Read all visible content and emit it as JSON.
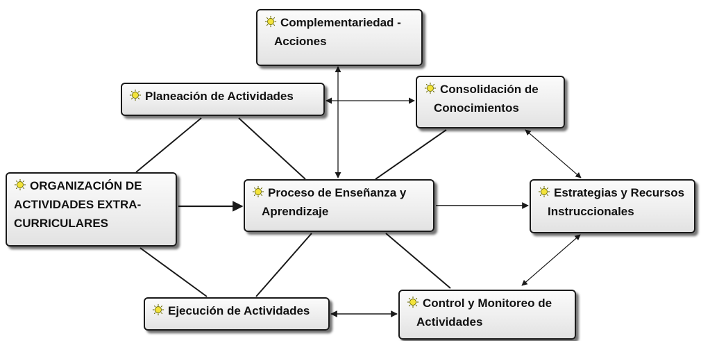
{
  "diagram": {
    "nodes": [
      {
        "id": "complementariedad",
        "line1": "Complementariedad -",
        "line2": "Acciones"
      },
      {
        "id": "planeacion",
        "line1": "Planeación de Actividades",
        "line2": ""
      },
      {
        "id": "consolidacion",
        "line1": "Consolidación de",
        "line2": "Conocimientos"
      },
      {
        "id": "organizacion",
        "line1": "ORGANIZACIÓN DE",
        "line2": "ACTIVIDADES EXTRA-",
        "line3": "CURRICULARES"
      },
      {
        "id": "proceso",
        "line1": "Proceso de Enseñanza y",
        "line2": "Aprendizaje"
      },
      {
        "id": "estrategias",
        "line1": "Estrategias y Recursos",
        "line2": "Instruccionales"
      },
      {
        "id": "ejecucion",
        "line1": "Ejecución de Actividades",
        "line2": ""
      },
      {
        "id": "control",
        "line1": "Control y Monitoreo de",
        "line2": "Actividades"
      }
    ],
    "icon": "lightbulb-icon",
    "colors": {
      "box_border": "#1a1a1a",
      "box_fill": "#ededed",
      "line": "#1a1a1a",
      "bulb": "#f3e33a"
    }
  }
}
